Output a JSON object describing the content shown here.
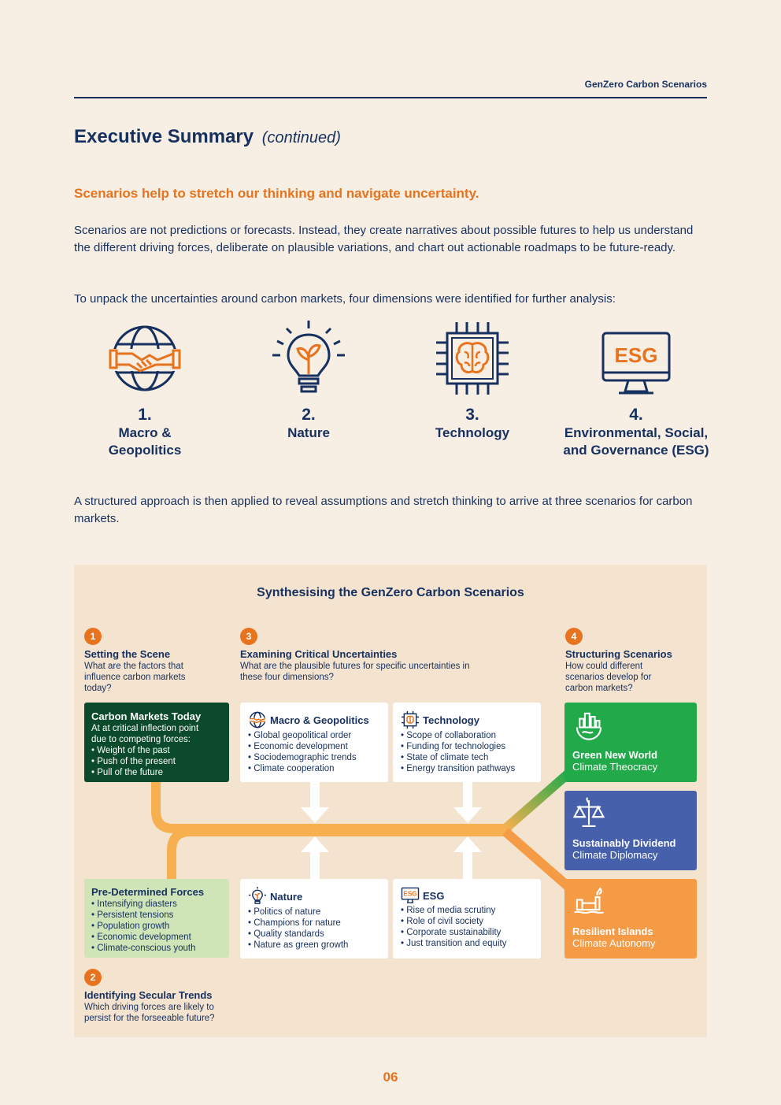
{
  "header": {
    "label": "GenZero Carbon Scenarios"
  },
  "title": {
    "main": "Executive Summary",
    "suffix": "(continued)"
  },
  "subheading": "Scenarios help to stretch our thinking and navigate uncertainty.",
  "paragraphs": {
    "intro": "Scenarios are not predictions or forecasts. Instead, they create narratives about possible futures to help us understand the different driving forces, deliberate on plausible variations, and chart out actionable roadmaps to be future-ready.",
    "unpack": "To unpack the uncertainties around carbon markets, four dimensions were identified for further analysis:",
    "approach": "A structured approach is then applied to reveal assumptions and stretch thinking to arrive at three scenarios for carbon markets."
  },
  "dimensions": [
    {
      "num": "1.",
      "label_line1": "Macro &",
      "label_line2": "Geopolitics",
      "icon": "globe-handshake-icon"
    },
    {
      "num": "2.",
      "label_line1": "Nature",
      "label_line2": "",
      "icon": "lightbulb-sprout-icon"
    },
    {
      "num": "3.",
      "label_line1": "Technology",
      "label_line2": "",
      "icon": "brain-chip-icon"
    },
    {
      "num": "4.",
      "label_line1": "Environmental, Social,",
      "label_line2": "and Governance (ESG)",
      "icon": "esg-monitor-icon",
      "icon_text": "ESG"
    }
  ],
  "diagram": {
    "title": "Synthesising the GenZero Carbon Scenarios",
    "steps": [
      {
        "num": "1",
        "title": "Setting the Scene",
        "desc_lines": [
          "What are the factors that",
          "influence carbon markets",
          "today?"
        ]
      },
      {
        "num": "2",
        "title": "Identifying Secular Trends",
        "desc_lines": [
          "Which driving forces are likely to",
          "persist for the forseeable future?"
        ]
      },
      {
        "num": "3",
        "title": "Examining Critical Uncertainties",
        "desc_lines": [
          "What are the plausible futures for specific uncertainties in",
          "these four dimensions?"
        ]
      },
      {
        "num": "4",
        "title": "Structuring Scenarios",
        "desc_lines": [
          "How could different",
          "scenarios develop for",
          "carbon markets?"
        ]
      }
    ],
    "today": {
      "title": "Carbon Markets Today",
      "desc_lines": [
        "At at critical inflection point",
        "due to competing forces:"
      ],
      "items": [
        "Weight of the past",
        "Push of the present",
        "Pull of the future"
      ]
    },
    "predetermined": {
      "title": "Pre-Determined Forces",
      "items": [
        "Intensifying diasters",
        "Persistent tensions",
        "Population growth",
        "Economic development",
        "Climate-conscious youth"
      ]
    },
    "uncertainties": [
      {
        "title": "Macro & Geopolitics",
        "icon": "globe-handshake-icon",
        "items": [
          "Global geopolitical order",
          "Economic development",
          "Sociodemographic trends",
          "Climate cooperation"
        ]
      },
      {
        "title": "Technology",
        "icon": "brain-chip-icon",
        "items": [
          "Scope of collaboration",
          "Funding for technologies",
          "State of climate tech",
          "Energy transition pathways"
        ]
      },
      {
        "title": "Nature",
        "icon": "lightbulb-sprout-icon",
        "items": [
          "Politics of nature",
          "Champions for nature",
          "Quality standards",
          "Nature as green growth"
        ]
      },
      {
        "title": "ESG",
        "icon": "esg-monitor-icon",
        "icon_text": "ESG",
        "items": [
          "Rise of media scrutiny",
          "Role of civil society",
          "Corporate sustainability",
          "Just transition and equity"
        ]
      }
    ],
    "scenarios": [
      {
        "name": "Green New World",
        "sub": "Climate Theocracy",
        "color": "#22a94a",
        "icon": "green-city-icon"
      },
      {
        "name": "Sustainably Dividend",
        "sub": "Climate Diplomacy",
        "color": "#4760ac",
        "icon": "balance-scale-icon"
      },
      {
        "name": "Resilient Islands",
        "sub": "Climate Autonomy",
        "color": "#f59a45",
        "icon": "island-factory-icon"
      }
    ]
  },
  "page_number": "06",
  "colors": {
    "navy": "#16305f",
    "orange": "#e8731e",
    "flow": "#f7b04f",
    "panel": "#f4e4cf"
  }
}
